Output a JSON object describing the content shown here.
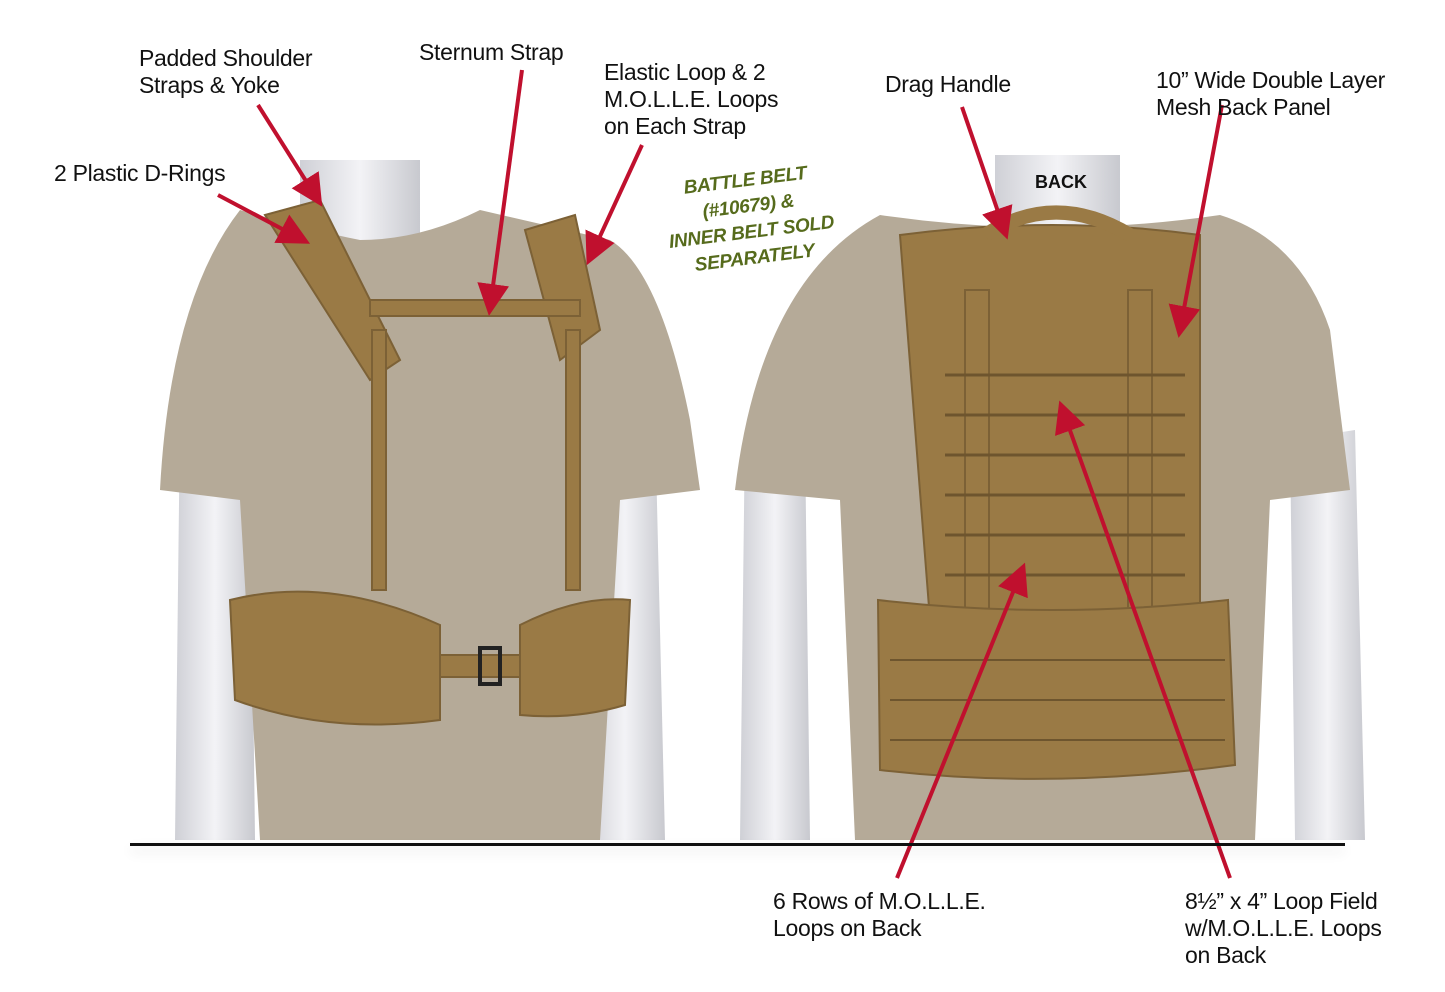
{
  "front_view": {
    "callouts": [
      {
        "id": "shoulder-straps",
        "text": "Padded Shoulder\nStraps & Yoke"
      },
      {
        "id": "d-rings",
        "text": "2 Plastic D-Rings"
      },
      {
        "id": "sternum-strap",
        "text": "Sternum Strap"
      },
      {
        "id": "elastic-loop",
        "text": "Elastic Loop & 2\nM.O.L.L.E. Loops\non Each Strap"
      }
    ],
    "promo_text": "BATTLE BELT\n(#10679) &\nINNER BELT SOLD\nSEPARATELY"
  },
  "back_view": {
    "tag": "BACK",
    "callouts": [
      {
        "id": "drag-handle",
        "text": "Drag Handle"
      },
      {
        "id": "mesh-panel",
        "text": "10” Wide Double Layer\nMesh Back Panel"
      },
      {
        "id": "molle-rows",
        "text": "6 Rows of M.O.L.L.E.\nLoops on Back"
      },
      {
        "id": "loop-field",
        "text": "8½” x 4” Loop Field\nw/M.O.L.L.E. Loops\non Back"
      }
    ]
  },
  "colors": {
    "arrow": "#c0102e",
    "gear": "#9a7a45",
    "shirt": "#b5aa98",
    "mannequin": "#e8e8ec",
    "promo": "#566b1c"
  }
}
